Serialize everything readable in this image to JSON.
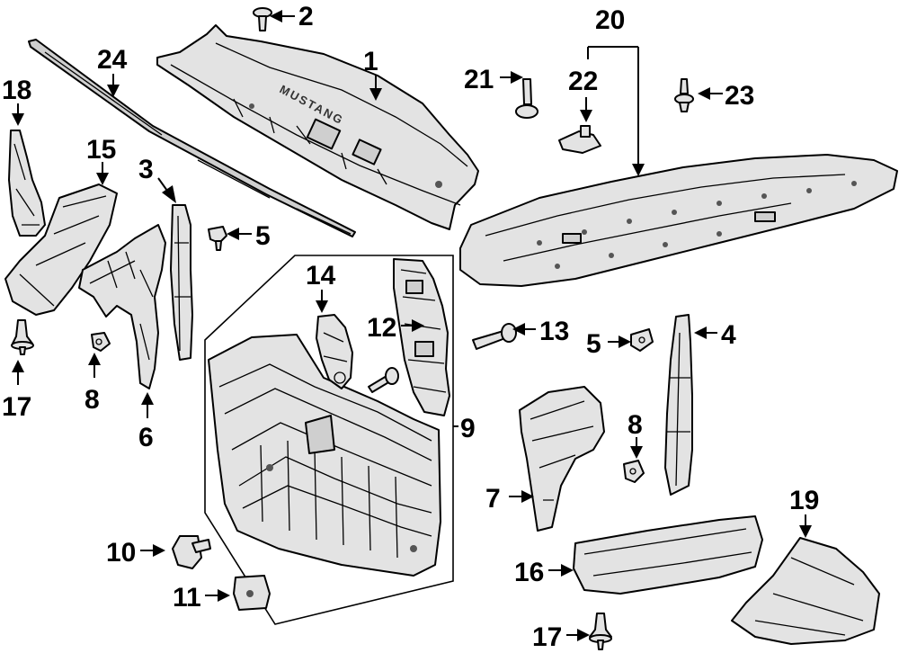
{
  "diagram": {
    "engraving": "MUSTANG",
    "callouts": [
      {
        "id": "1",
        "text": "1"
      },
      {
        "id": "2",
        "text": "2"
      },
      {
        "id": "3",
        "text": "3"
      },
      {
        "id": "4",
        "text": "4"
      },
      {
        "id": "5a",
        "text": "5"
      },
      {
        "id": "5b",
        "text": "5"
      },
      {
        "id": "6",
        "text": "6"
      },
      {
        "id": "7",
        "text": "7"
      },
      {
        "id": "8a",
        "text": "8"
      },
      {
        "id": "8b",
        "text": "8"
      },
      {
        "id": "9",
        "text": "9"
      },
      {
        "id": "10",
        "text": "10"
      },
      {
        "id": "11",
        "text": "11"
      },
      {
        "id": "12",
        "text": "12"
      },
      {
        "id": "13",
        "text": "13"
      },
      {
        "id": "14",
        "text": "14"
      },
      {
        "id": "15",
        "text": "15"
      },
      {
        "id": "16",
        "text": "16"
      },
      {
        "id": "17a",
        "text": "17"
      },
      {
        "id": "17b",
        "text": "17"
      },
      {
        "id": "18",
        "text": "18"
      },
      {
        "id": "19",
        "text": "19"
      },
      {
        "id": "20",
        "text": "20"
      },
      {
        "id": "21",
        "text": "21"
      },
      {
        "id": "22",
        "text": "22"
      },
      {
        "id": "23",
        "text": "23"
      },
      {
        "id": "24",
        "text": "24"
      }
    ]
  }
}
